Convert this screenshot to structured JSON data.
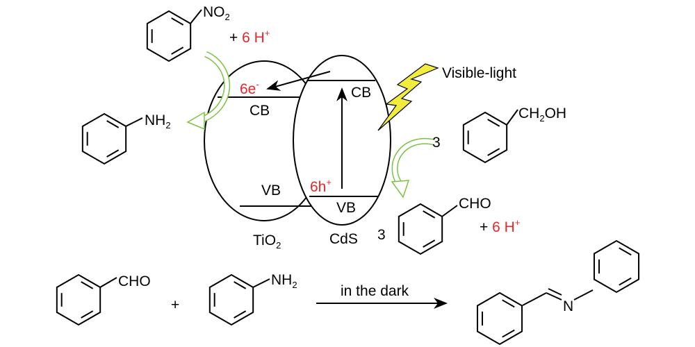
{
  "colors": {
    "red": "#e8262a",
    "green": "#7dc242",
    "yellow": "#f2ec3d"
  },
  "top": {
    "reactant_group": "NO",
    "reactant_sub": "2",
    "plus": "+",
    "protons": "6 H",
    "protons_sup": "+",
    "product_group": "NH",
    "product_sub": "2"
  },
  "semiconductors": {
    "tio2": {
      "label": "TiO",
      "sub": "2",
      "cb": "CB",
      "vb": "VB"
    },
    "cds": {
      "label": "CdS",
      "cb": "CB",
      "vb": "VB"
    },
    "electrons": "6e",
    "electrons_sup": "-",
    "holes": "6h",
    "holes_sup": "+"
  },
  "light": {
    "label": "Visible-light"
  },
  "right": {
    "coef_alcohol": "3",
    "alcohol_a": "CH",
    "alcohol_sub": "2",
    "alcohol_b": "OH",
    "coef_aldehyde": "3",
    "aldehyde_group": "CHO",
    "plus": "+",
    "protons": "6 H",
    "protons_sup": "+"
  },
  "bottom": {
    "aldehyde_group": "CHO",
    "plus": "+",
    "amine_group": "NH",
    "amine_sub": "2",
    "condition": "in the dark",
    "imine_atom": "N"
  }
}
